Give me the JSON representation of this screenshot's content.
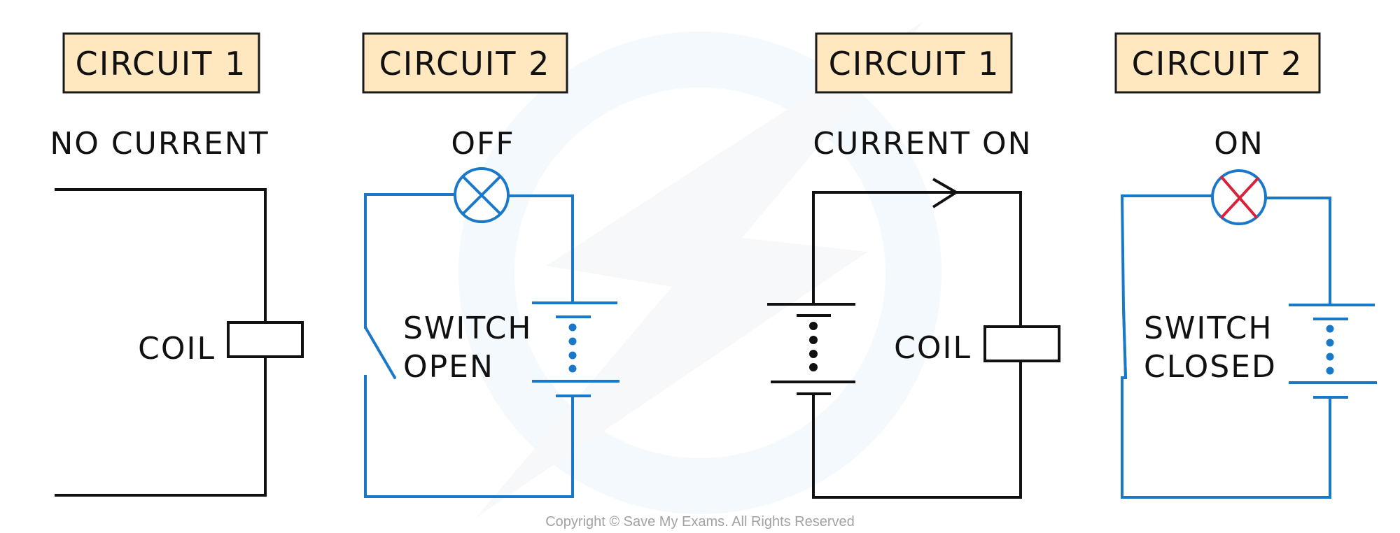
{
  "panels": [
    {
      "id": "c1-off",
      "title": "CIRCUIT 1",
      "status": "NO CURRENT",
      "components": {
        "coil_label": "COIL"
      },
      "wire_color": "#111111"
    },
    {
      "id": "c2-off",
      "title": "CIRCUIT 2",
      "status": "OFF",
      "components": {
        "switch_label_line1": "SWITCH",
        "switch_label_line2": "OPEN"
      },
      "wire_color": "#1a78c8",
      "lamp_cross_color": "#1a78c8"
    },
    {
      "id": "c1-on",
      "title": "CIRCUIT 1",
      "status": "CURRENT ON",
      "components": {
        "coil_label": "COIL"
      },
      "wire_color": "#111111"
    },
    {
      "id": "c2-on",
      "title": "CIRCUIT 2",
      "status": "ON",
      "components": {
        "switch_label_line1": "SWITCH",
        "switch_label_line2": "CLOSED"
      },
      "wire_color": "#1a78c8",
      "lamp_cross_color": "#d9213a"
    }
  ],
  "colors": {
    "label_fill": "#FFE7C0",
    "wire_blue": "#1a78c8",
    "lamp_on_red": "#d9213a",
    "wire_black": "#111111"
  },
  "footer": {
    "copyright": "Copyright © Save My Exams. All Rights Reserved"
  }
}
